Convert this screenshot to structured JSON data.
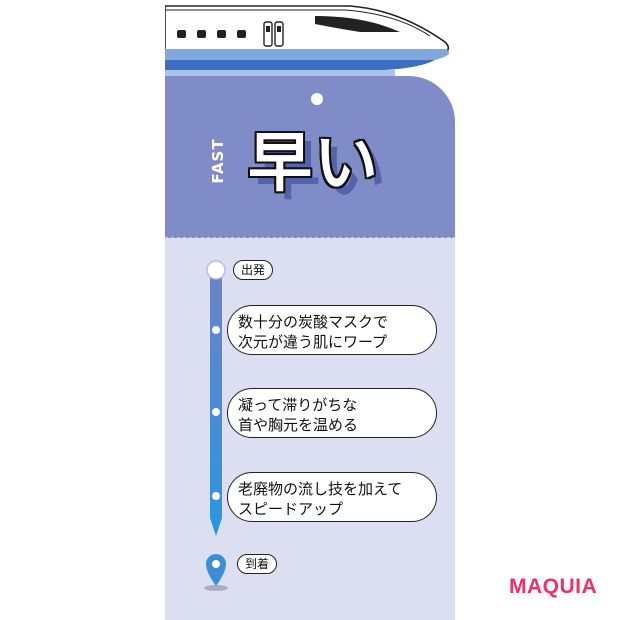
{
  "title": {
    "side_label": "FAST",
    "main": "早い"
  },
  "stations": {
    "start": "出発",
    "end": "到着"
  },
  "steps": [
    {
      "line1": "数十分の炭酸マスクで",
      "line2": "次元が違う肌にワープ"
    },
    {
      "line1": "凝って滞りがちな",
      "line2": "首や胸元を温める"
    },
    {
      "line1": "老廃物の流し技を加えて",
      "line2": "スピードアップ"
    }
  ],
  "brand": {
    "logo_text": "MAQUIA"
  },
  "colors": {
    "ticket_top": "#7f8cc8",
    "ticket_bottom": "#dcdff1",
    "route_blue": "#3a8ed8",
    "brand_pink": "#f0306a"
  }
}
